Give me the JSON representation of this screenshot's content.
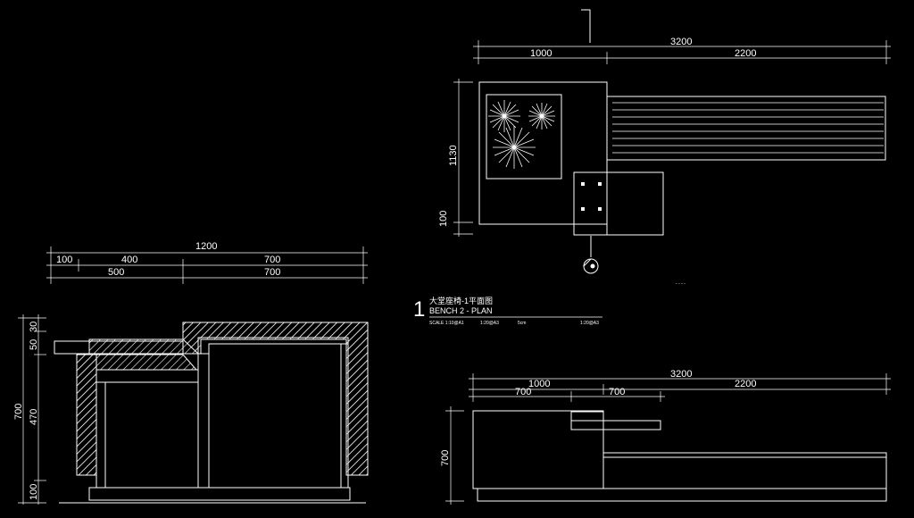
{
  "drawing": {
    "section": {
      "dim_top_total": "1200",
      "dim_row1": [
        "100",
        "400",
        "700"
      ],
      "dim_row2": [
        "500",
        "700"
      ],
      "dim_left_total": "700",
      "dim_left_segments": [
        "30",
        "50",
        "470",
        "100"
      ]
    },
    "plan": {
      "dim_total": "3200",
      "dim_segments": [
        "1000",
        "2200"
      ],
      "dim_height": "1130",
      "dim_small": "100"
    },
    "title_block": {
      "number": "1",
      "title_cn": "大堂座椅-1平面图",
      "title_en": "BENCH 2 - PLAN",
      "scale_row": [
        "SCALE 1:10@A1",
        "1:20@A3",
        "5cm",
        "1:20@A3"
      ]
    },
    "elevation": {
      "dim_total": "3200",
      "dim_row1": [
        "1000",
        "2200"
      ],
      "dim_row2": [
        "700",
        "700"
      ],
      "dim_height": "700"
    },
    "misc_label": "- - - -"
  }
}
